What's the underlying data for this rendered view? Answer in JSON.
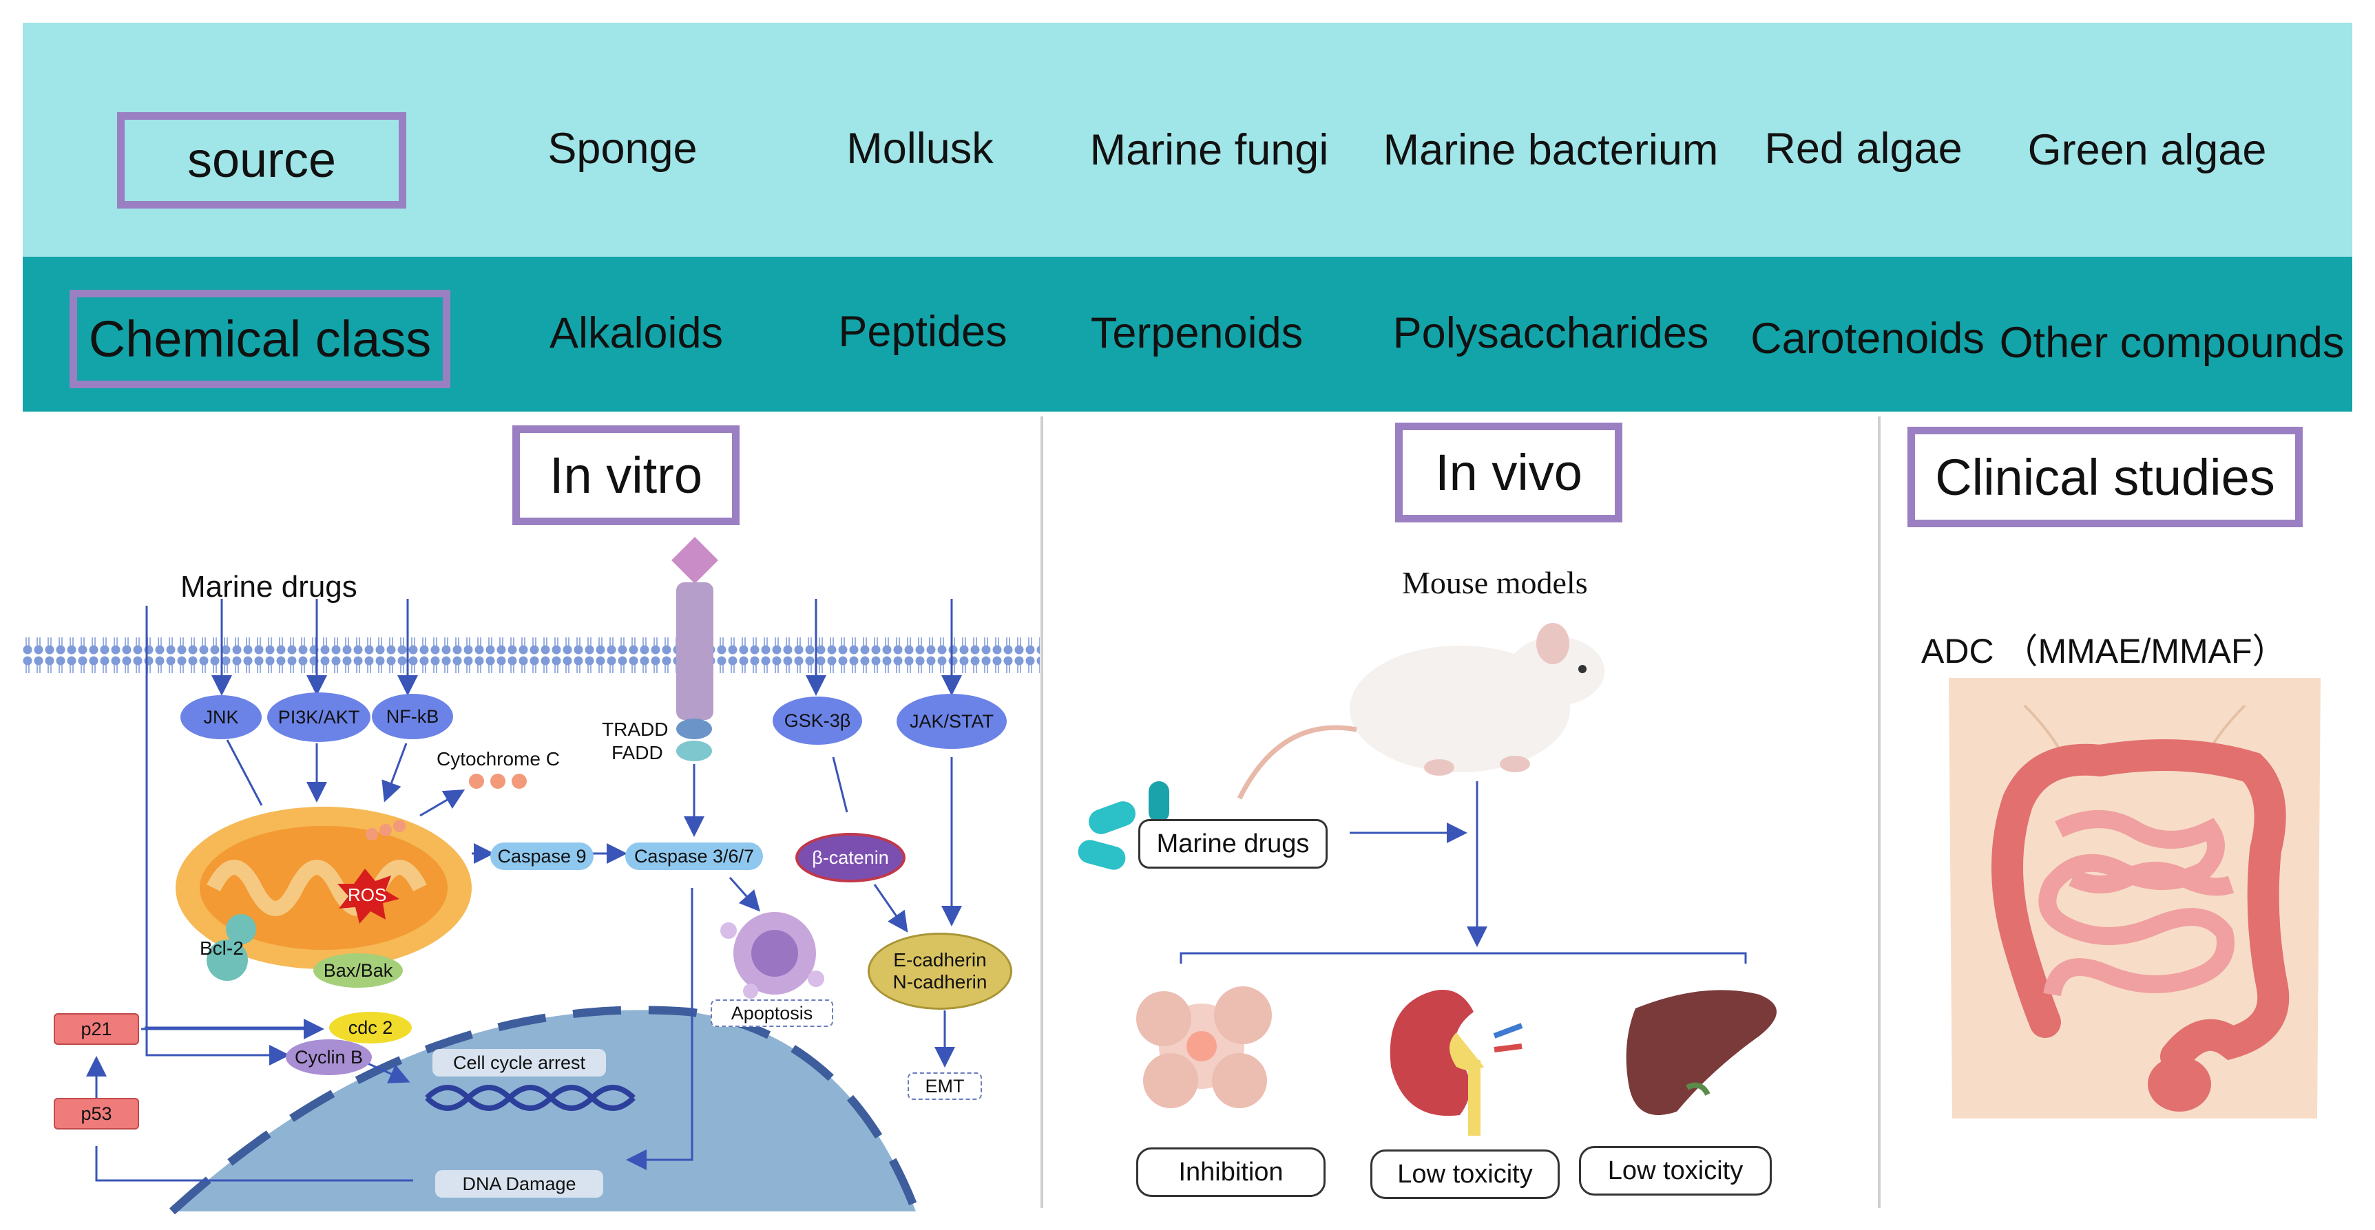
{
  "colors": {
    "source_band": "#a0e5e8",
    "class_band": "#12a4a8",
    "box_border": "#9a80c2",
    "pathway_blue": "#5b6fd8",
    "arrow_blue": "#3a55b8",
    "nucleus": "#8fb3d3",
    "mitochondria": "#f6b955"
  },
  "source": {
    "label": "source",
    "items": [
      "Sponge",
      "Mollusk",
      "Marine fungi",
      "Marine bacterium",
      "Red algae",
      "Green algae"
    ]
  },
  "chemical_class": {
    "label": "Chemical class",
    "items": [
      "Alkaloids",
      "Peptides",
      "Terpenoids",
      "Polysaccharides",
      "Carotenoids",
      "Other compounds"
    ]
  },
  "in_vitro": {
    "title": "In vitro",
    "marine_drugs": "Marine drugs",
    "jnk": "JNK",
    "pi3k": "PI3K/AKT",
    "nfkb": "NF-kB",
    "cytochrome": "Cytochrome C",
    "tradd": "TRADD",
    "fadd": "FADD",
    "gsk": "GSK-3β",
    "jak": "JAK/STAT",
    "caspase9": "Caspase 9",
    "caspase367": "Caspase 3/6/7",
    "beta_catenin": "β-catenin",
    "ros": "ROS",
    "bcl2": "Bcl-2",
    "baxbak": "Bax/Bak",
    "apoptosis": "Apoptosis",
    "ecadherin": "E-cadherin",
    "ncadherin": "N-cadherin",
    "emt": "EMT",
    "p21": "p21",
    "p53": "p53",
    "cdc2": "cdc 2",
    "cyclinb": "Cyclin B",
    "cell_cycle_arrest": "Cell cycle arrest",
    "dna_damage": "DNA Damage"
  },
  "in_vivo": {
    "title": "In vivo",
    "mouse_models": "Mouse models",
    "marine_drugs": "Marine drugs",
    "inhibition": "Inhibition",
    "low_toxicity_1": "Low toxicity",
    "low_toxicity_2": "Low toxicity"
  },
  "clinical": {
    "title": "Clinical studies",
    "adc": "ADC （MMAE/MMAF）"
  }
}
